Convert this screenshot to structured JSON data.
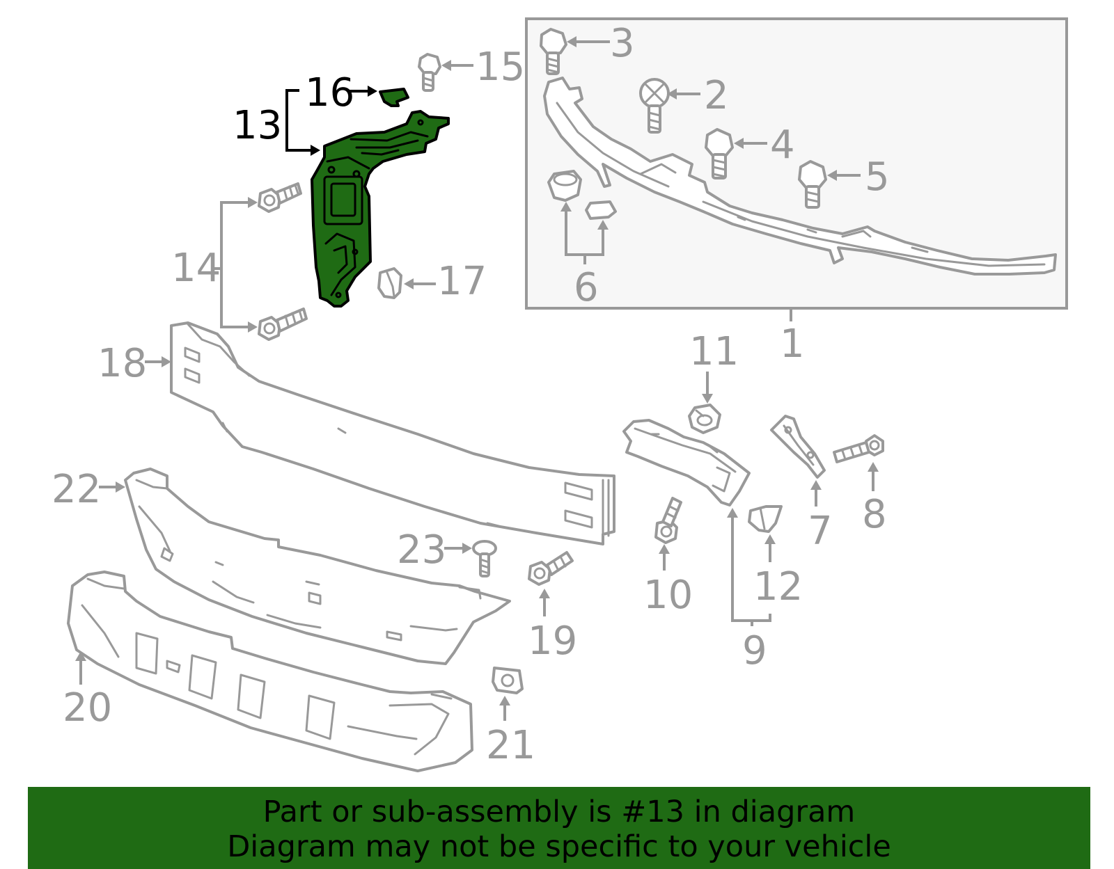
{
  "diagram": {
    "highlight_color": "#1f6b14",
    "line_color": "#999999",
    "callouts": {
      "c1": "1",
      "c2": "2",
      "c3": "3",
      "c4": "4",
      "c5": "5",
      "c6": "6",
      "c7": "7",
      "c8": "8",
      "c9": "9",
      "c10": "10",
      "c11": "11",
      "c12": "12",
      "c13": "13",
      "c14": "14",
      "c15": "15",
      "c16": "16",
      "c17": "17",
      "c18": "18",
      "c19": "19",
      "c20": "20",
      "c21": "21",
      "c22": "22",
      "c23": "23"
    }
  },
  "banner": {
    "line1": "Part or sub-assembly is #13 in diagram",
    "line2": "Diagram may not be specific to your vehicle",
    "background": "#1f6b14"
  }
}
